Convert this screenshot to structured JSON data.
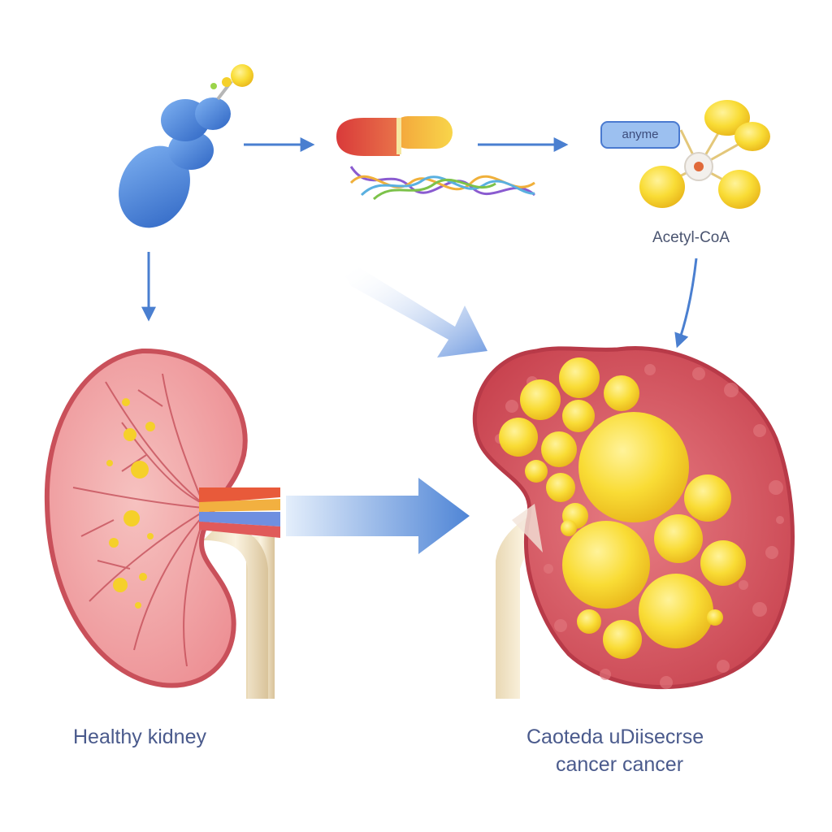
{
  "labels": {
    "healthy_kidney": "Healthy kidney",
    "disease_line1": "Caoteda uDiisecrse",
    "disease_line2": "cancer cancer",
    "acetyl_coa": "Acetyl-CoA",
    "enzyme": "anyme"
  },
  "colors": {
    "protein_blue": "#3f7fd6",
    "fat_yellow": "#f5d02a",
    "kidney_pink": "#ef8f94",
    "tumor_red": "#cf4a55",
    "arrow_blue": "#4a7fd0",
    "label_text": "#4a5a8c"
  }
}
